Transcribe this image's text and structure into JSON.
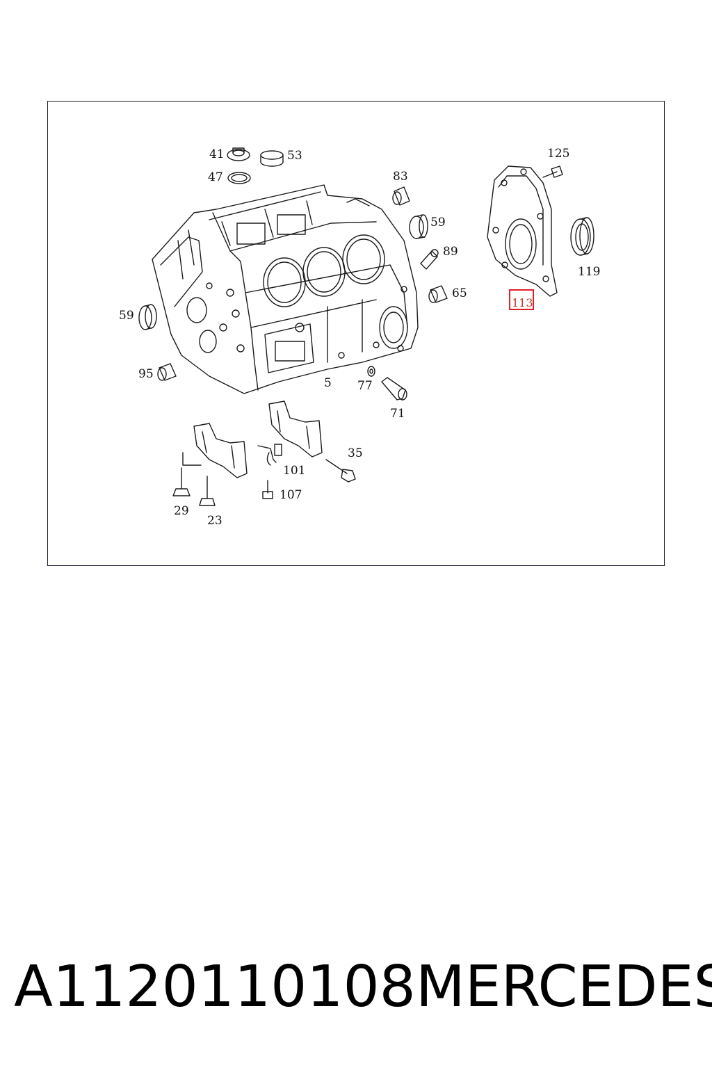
{
  "diagram": {
    "callouts": {
      "c41": "41",
      "c53": "53",
      "c47": "47",
      "c83": "83",
      "c125": "125",
      "c59a": "59",
      "c89": "89",
      "c119": "119",
      "c65": "65",
      "c113": "113",
      "c59b": "59",
      "c95": "95",
      "c5": "5",
      "c77": "77",
      "c71": "71",
      "c35": "35",
      "c101": "101",
      "c107": "107",
      "c29": "29",
      "c23": "23"
    },
    "highlighted_callout": "113",
    "highlight_color": "#e0202a"
  },
  "caption": {
    "part_number": "A1120110108",
    "brand": "MERCEDES"
  }
}
